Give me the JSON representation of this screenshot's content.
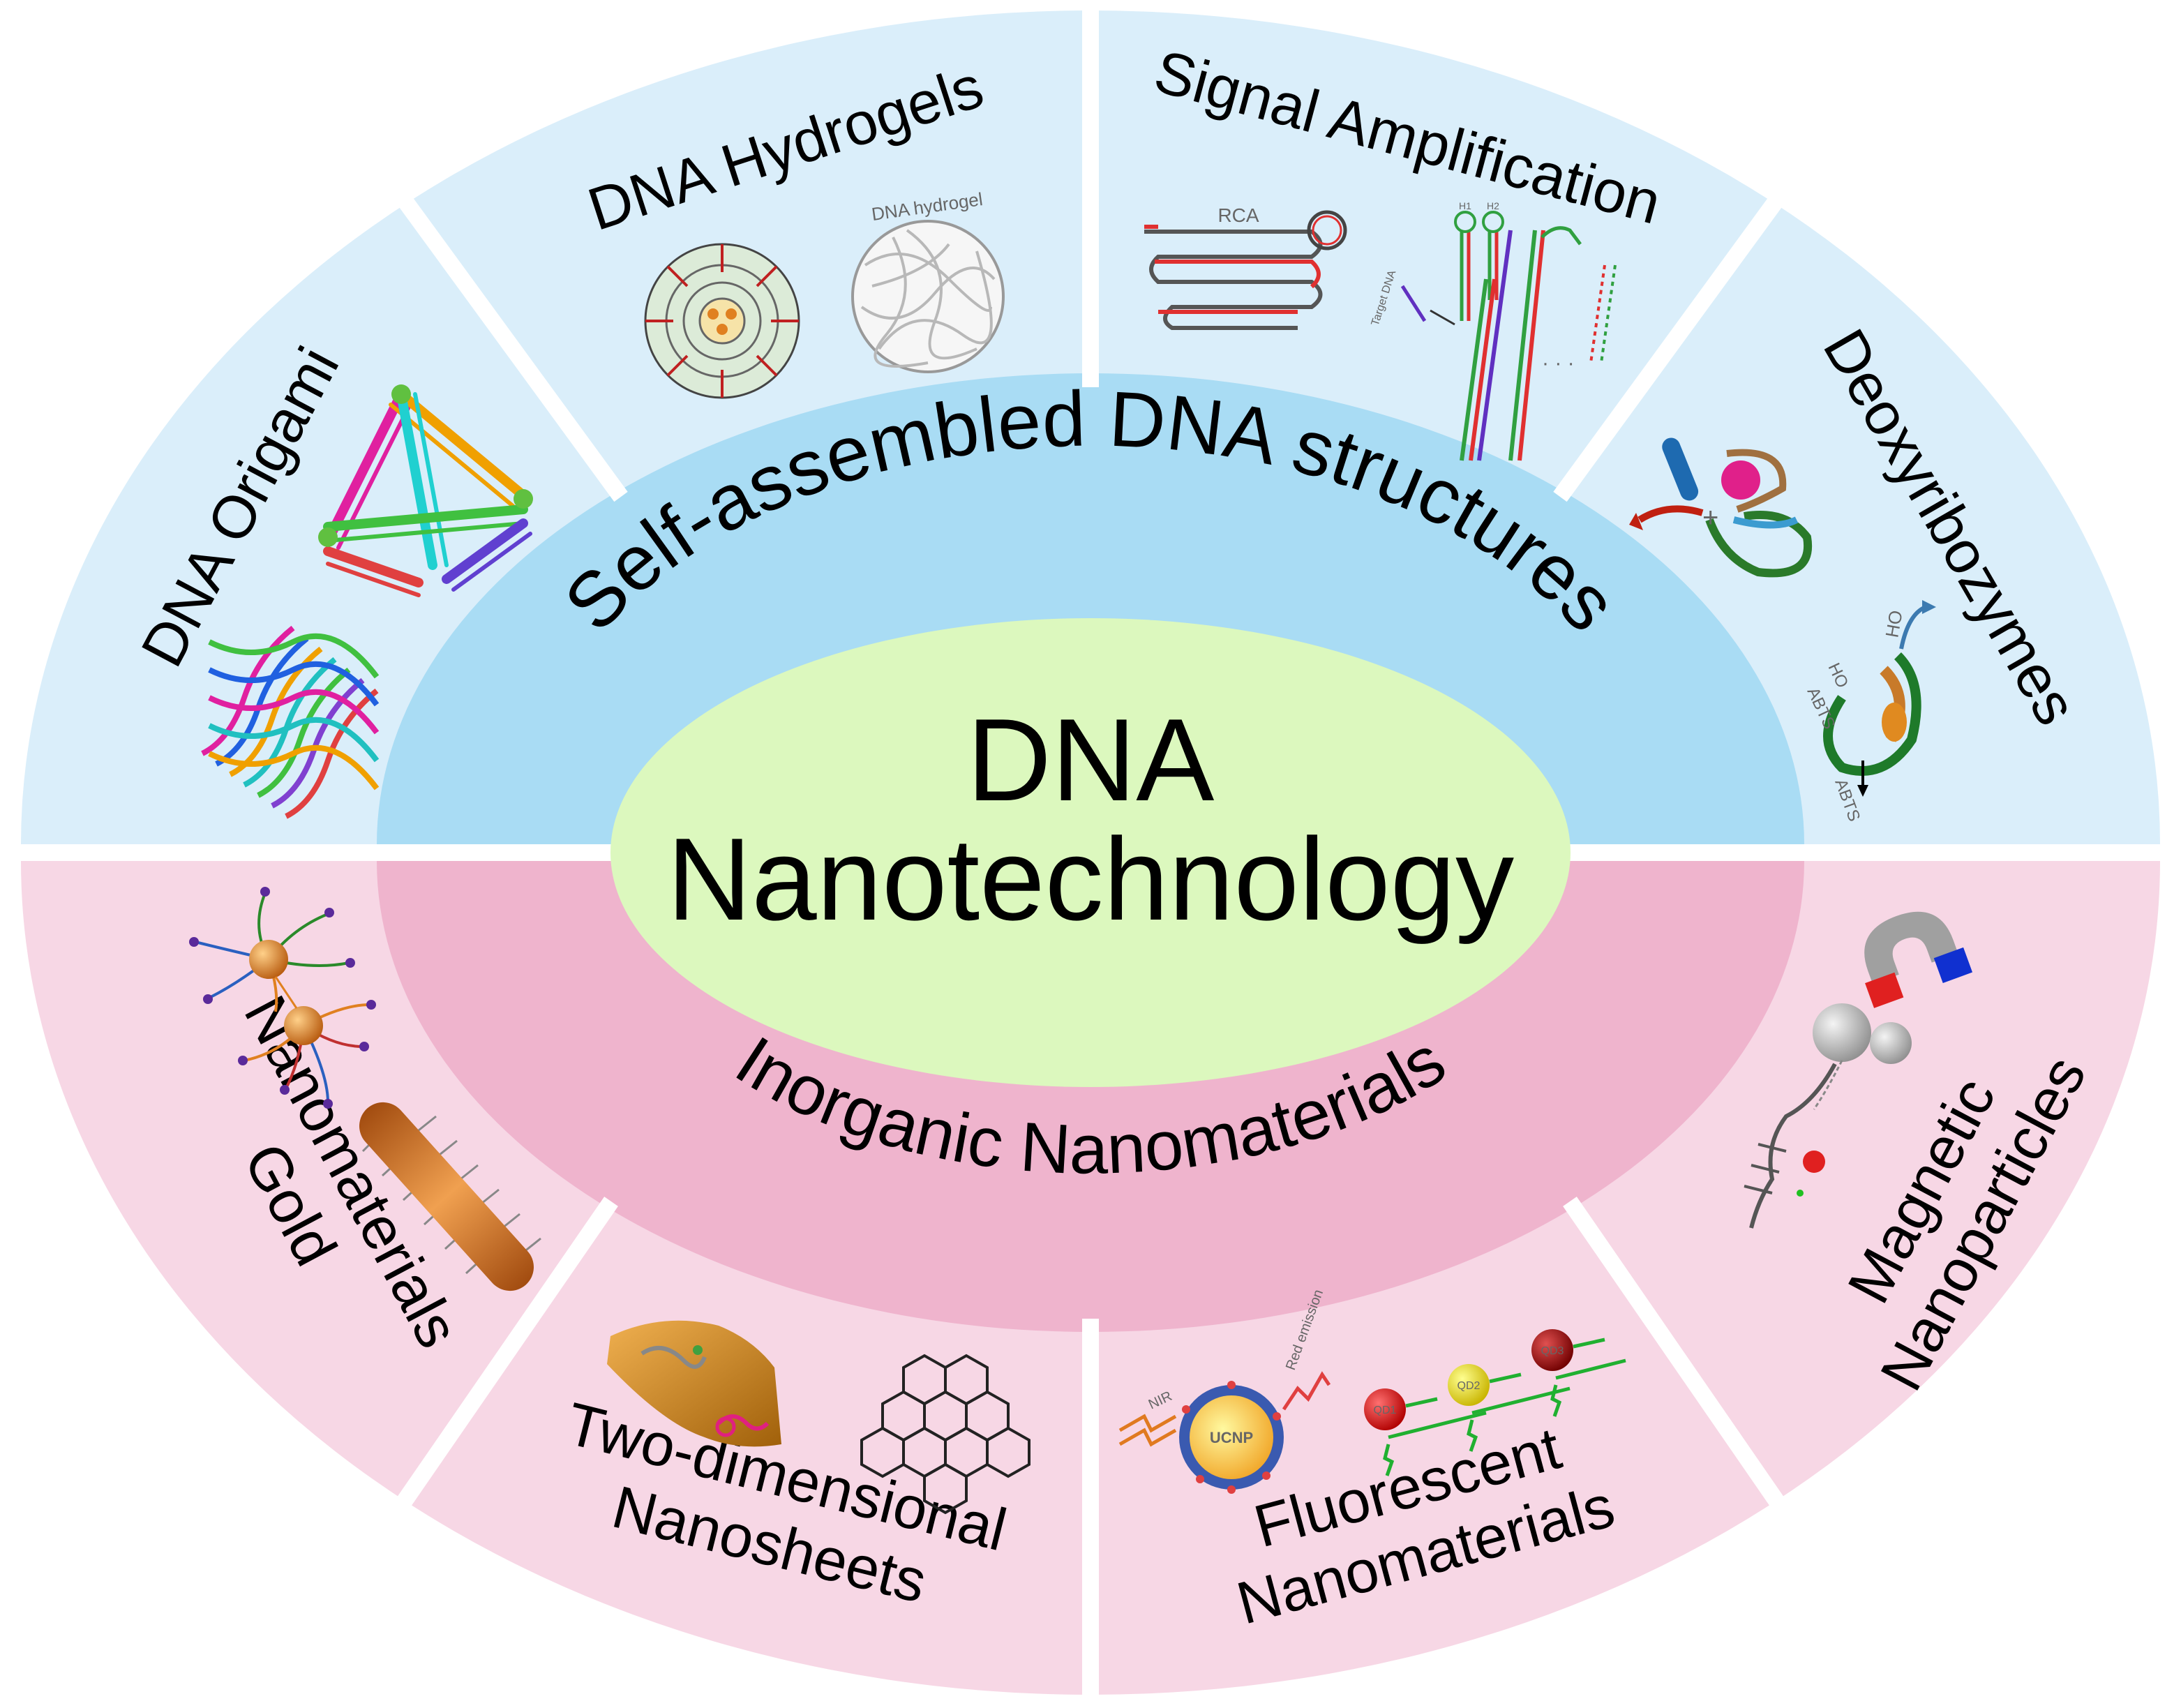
{
  "center": {
    "line1": "DNA",
    "line2": "Nanotechnology"
  },
  "rings": {
    "upper": "Self-assembled DNA structures",
    "lower": "Inorganic Nanomaterials"
  },
  "segments": {
    "dna_origami": "DNA Origami",
    "dna_hydrogels": "DNA Hydrogels",
    "signal_amplification": "Signal Amplification",
    "deoxyribozymes": "Deoxyribozymes",
    "gold_line1": "Gold",
    "gold_line2": "Nanomaterials",
    "twod_line1": "Two-dimensional",
    "twod_line2": "Nanosheets",
    "fluor_line1": "Fluorescent",
    "fluor_line2": "Nanomaterials",
    "magnetic_line1": "Magnetic",
    "magnetic_line2": "Nanoparticles"
  },
  "figure_labels": {
    "hydrogel": "DNA hydrogel",
    "rca": "RCA",
    "h1": "H1",
    "h2": "H2",
    "target_dna": "Target DNA",
    "ho": "HO",
    "ho2": "HO",
    "abts1": "ABTS",
    "abts2": "ABTS",
    "ucnp": "UCNP",
    "nir": "NIR",
    "red_emission": "Red emission",
    "qd1": "QD1",
    "qd2": "QD2",
    "qd3": "QD3"
  },
  "colors": {
    "upper_outer": "#daeefa",
    "upper_ring": "#a9dcf4",
    "lower_outer": "#f7d7e5",
    "lower_ring": "#efb4cd",
    "center": "#dcf8be"
  }
}
